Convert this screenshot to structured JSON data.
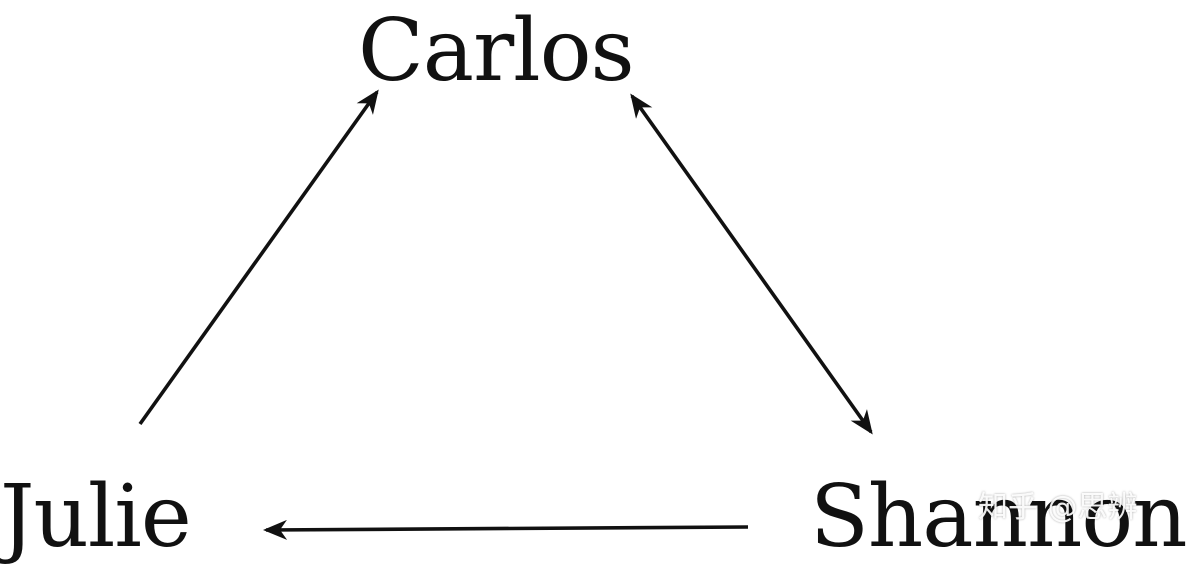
{
  "nodes": {
    "carlos": "Carlos",
    "julie": "Julie",
    "shannon": "Shannon"
  },
  "edges": [
    {
      "from": "Julie",
      "to": "Carlos",
      "direction": "forward"
    },
    {
      "from": "Carlos",
      "to": "Shannon",
      "direction": "both"
    },
    {
      "from": "Shannon",
      "to": "Julie",
      "direction": "forward"
    }
  ],
  "watermark": "知乎 @思辨",
  "colors": {
    "ink": "#111111",
    "background": "#ffffff"
  }
}
